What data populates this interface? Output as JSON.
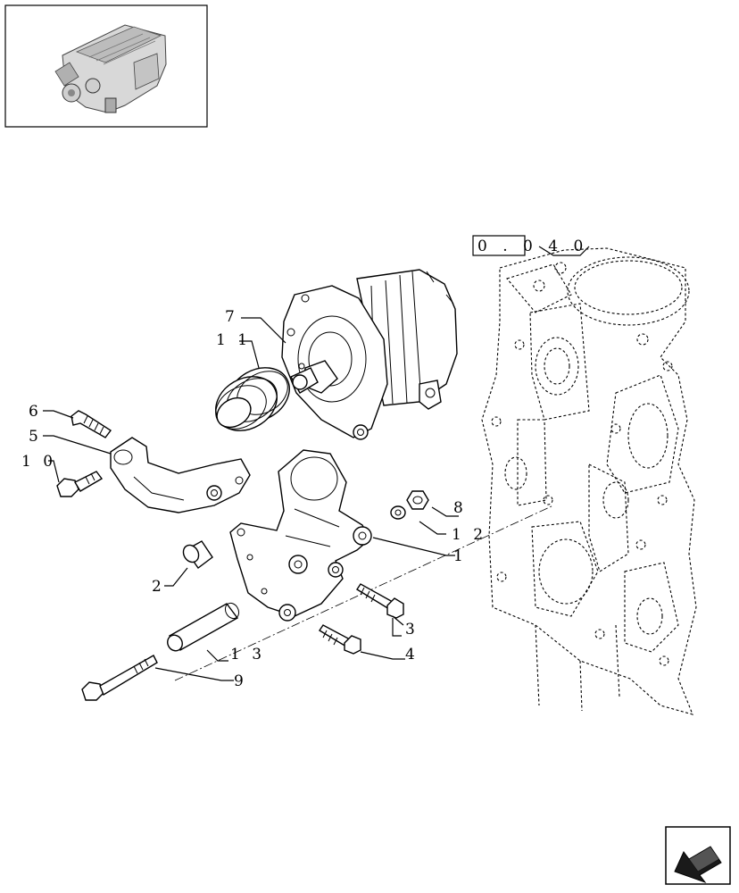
{
  "reference_label": "0 . 0 4 0",
  "callouts": {
    "c1": "1",
    "c2": "2",
    "c3": "3",
    "c4": "4",
    "c5": "5",
    "c6": "6",
    "c7": "7",
    "c8": "8",
    "c9": "9",
    "c10": "1 0",
    "c11": "1 1",
    "c12": "1 2",
    "c13": "1 3"
  },
  "icons": {
    "thumbnail": "engine-thumbnail-icon",
    "nav": "arrow-back-icon"
  }
}
